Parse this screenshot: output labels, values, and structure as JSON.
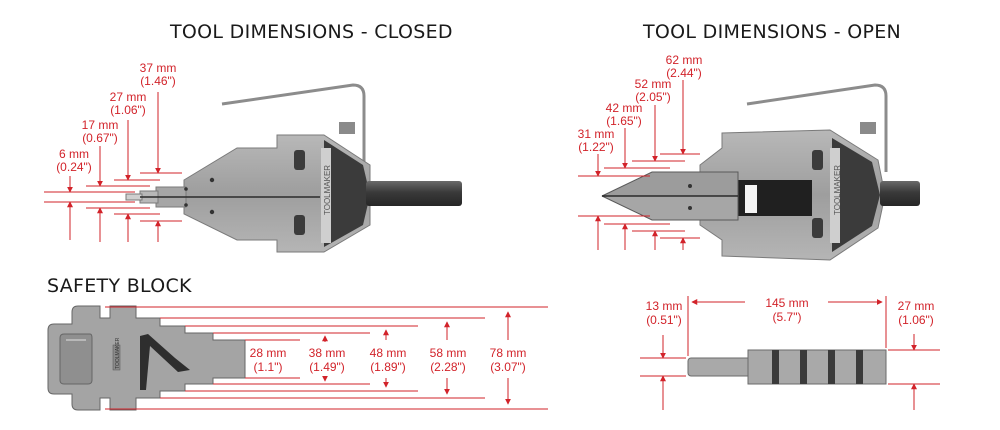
{
  "headings": {
    "closed": "TOOL DIMENSIONS - CLOSED",
    "open": "TOOL DIMENSIONS - OPEN",
    "safety": "SAFETY BLOCK"
  },
  "closed_dims": [
    {
      "mm": "6 mm",
      "in": "(0.24\")"
    },
    {
      "mm": "17 mm",
      "in": "(0.67\")"
    },
    {
      "mm": "27 mm",
      "in": "(1.06\")"
    },
    {
      "mm": "37 mm",
      "in": "(1.46\")"
    }
  ],
  "open_dims": [
    {
      "mm": "31 mm",
      "in": "(1.22\")"
    },
    {
      "mm": "42 mm",
      "in": "(1.65\")"
    },
    {
      "mm": "52 mm",
      "in": "(2.05\")"
    },
    {
      "mm": "62 mm",
      "in": "(2.44\")"
    }
  ],
  "safety_dims": [
    {
      "mm": "28 mm",
      "in": "(1.1\")"
    },
    {
      "mm": "38 mm",
      "in": "(1.49\")"
    },
    {
      "mm": "48 mm",
      "in": "(1.89\")"
    },
    {
      "mm": "58 mm",
      "in": "(2.28\")"
    },
    {
      "mm": "78 mm",
      "in": "(3.07\")"
    }
  ],
  "side_dims": [
    {
      "mm": "13 mm",
      "in": "(0.51\")"
    },
    {
      "mm": "145 mm",
      "in": "(5.7\")"
    },
    {
      "mm": "27 mm",
      "in": "(1.06\")"
    }
  ],
  "brand": "TOOLMAKER",
  "colors": {
    "dimension": "#d2232a",
    "metal": "#a9a9a9",
    "dark": "#3c3c3c"
  }
}
